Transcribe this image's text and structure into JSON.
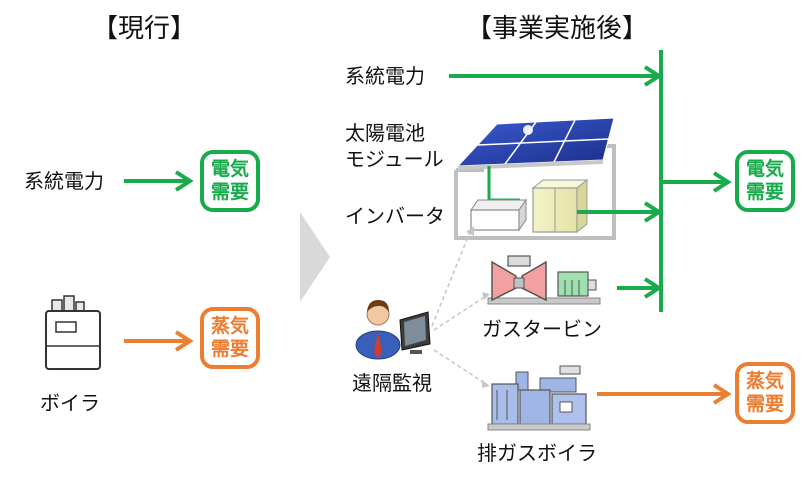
{
  "headers": {
    "current": "【現行】",
    "after": "【事業実施後】"
  },
  "current": {
    "grid_label": "系統電力",
    "boiler_label": "ボイラ",
    "elec_demand": [
      "電気",
      "需要"
    ],
    "steam_demand": [
      "蒸気",
      "需要"
    ]
  },
  "after": {
    "grid_label": "系統電力",
    "solar_label": [
      "太陽電池",
      "モジュール"
    ],
    "inverter_label": "インバータ",
    "turbine_label": "ガスタービン",
    "monitor_label": "遠隔監視",
    "exhaust_boiler_label": "排ガスボイラ",
    "elec_demand": [
      "電気",
      "需要"
    ],
    "steam_demand": [
      "蒸気",
      "需要"
    ]
  },
  "colors": {
    "electric": "#18ab4b",
    "steam": "#ed7d31",
    "equipment": "#9fb5e6"
  }
}
